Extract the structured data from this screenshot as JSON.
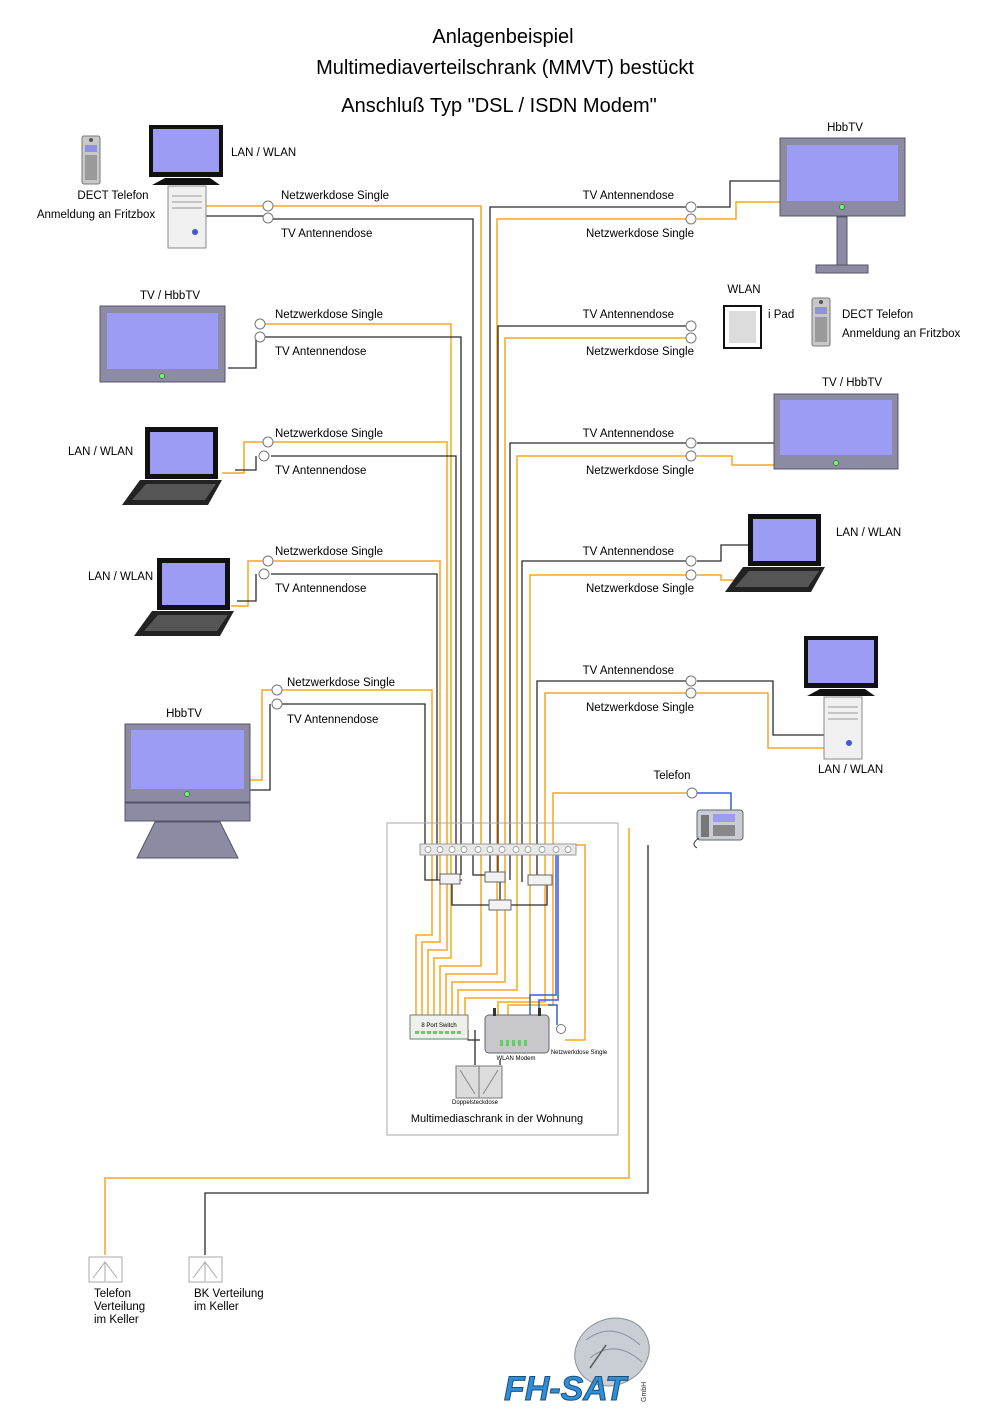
{
  "title": {
    "line1": "Anlagenbeispiel",
    "line2": "Multimediaverteilschrank (MMVT) bestückt",
    "line3": "Anschluß Typ \"DSL / ISDN Modem\""
  },
  "labels": {
    "netzwerkdose": "Netzwerkdose Single",
    "antennendose": "TV Antennendose",
    "lan_wlan": "LAN / WLAN",
    "wlan": "WLAN",
    "hbbtv": "HbbTV",
    "tv_hbbtv": "TV  / HbbTV",
    "dect_line1": "DECT Telefon",
    "dect_line2": "Anmeldung an Fritzbox",
    "ipad": "i Pad",
    "telefon": "Telefon"
  },
  "cabinet": {
    "caption": "Multimediaschrank in der Wohnung",
    "switch_label": "8 Port Switch",
    "modem_label": "WLAN Modem",
    "netzwerkdose_small": "Netzwerkdose Single",
    "doppelsteckdose": "Doppelsteckdose"
  },
  "basement": {
    "telefon_line1": "Telefon",
    "telefon_line2": "Verteilung",
    "telefon_line3": "im Keller",
    "bk_line1": "BK Verteilung",
    "bk_line2": "im Keller"
  },
  "logo": {
    "text": "FH-SAT",
    "suffix": "GmbH"
  },
  "colors": {
    "network_cable": "#f5a623",
    "coax_cable": "#2b2b2b",
    "phone_cable": "#3b5bdb",
    "screen": "#9c9cf4",
    "logo": "#2e8fd8"
  }
}
